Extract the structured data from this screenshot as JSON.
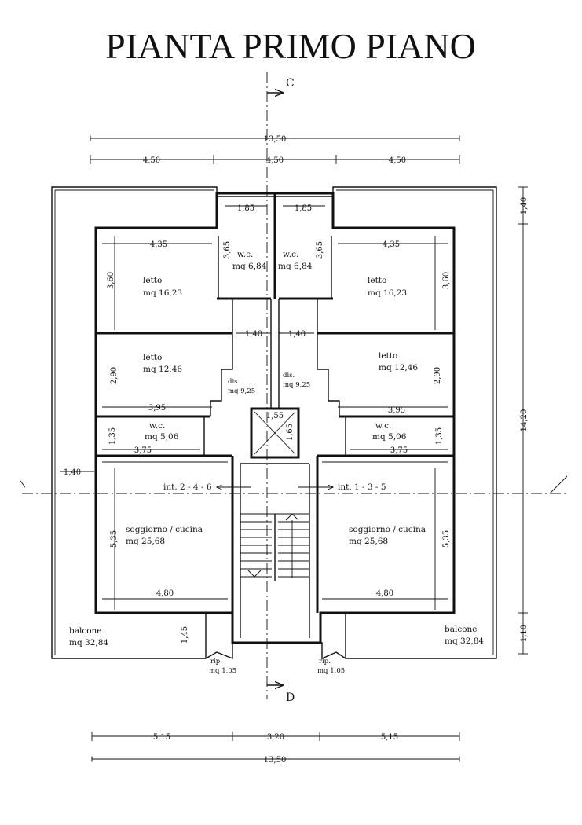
{
  "title": "PIANTA PRIMO PIANO",
  "section_marks": {
    "top": "C",
    "bottom": "D"
  },
  "dimensions": {
    "top_total": "13,50",
    "top_left": "4,50",
    "top_mid": "4,50",
    "top_right": "4,50",
    "right_top": "1,40",
    "right_mid": "14,20",
    "right_bottom": "1,10",
    "left_balcony": "1,40",
    "bottom_left": "5,15",
    "bottom_mid": "3,20",
    "bottom_right": "5,15",
    "bottom_total": "13,50",
    "wc_w_left": "1,85",
    "wc_w_right": "1,85",
    "wc_h_left": "3,65",
    "wc_h_right": "3,65",
    "letto1_w_left": "4,35",
    "letto1_w_right": "4,35",
    "letto1_h_left": "3,60",
    "letto1_h_right": "3,60",
    "dis_w_left": "1,40",
    "dis_w_right": "1,40",
    "letto2_h_left": "2,90",
    "letto2_h_right": "2,90",
    "letto2_w_left": "3,95",
    "letto2_w_right": "3,95",
    "wc2_h_left": "1,35",
    "wc2_h_right": "1,35",
    "wc2_w_left": "3,75",
    "wc2_w_right": "3,75",
    "lift_w": "1,55",
    "lift_h": "1,65",
    "sogg_h_left": "5,35",
    "sogg_h_right": "5,35",
    "sogg_w_left": "4,80",
    "sogg_w_right": "4,80",
    "balcony_depth": "1,45"
  },
  "rooms": {
    "wc_left": {
      "name": "w.c.",
      "area": "mq 6,84"
    },
    "wc_right": {
      "name": "w.c.",
      "area": "mq 6,84"
    },
    "letto1_left": {
      "name": "letto",
      "area": "mq 16,23"
    },
    "letto1_right": {
      "name": "letto",
      "area": "mq 16,23"
    },
    "letto2_left": {
      "name": "letto",
      "area": "mq 12,46"
    },
    "letto2_right": {
      "name": "letto",
      "area": "mq 12,46"
    },
    "dis_left": {
      "name": "dis.",
      "area": "mq 9,25"
    },
    "dis_right": {
      "name": "dis.",
      "area": "mq 9,25"
    },
    "wc2_left": {
      "name": "w.c.",
      "area": "mq 5,06"
    },
    "wc2_right": {
      "name": "w.c.",
      "area": "mq 5,06"
    },
    "sogg_left": {
      "name": "soggiorno / cucina",
      "area": "mq 25,68"
    },
    "sogg_right": {
      "name": "soggiorno / cucina",
      "area": "mq 25,68"
    },
    "balcone_left": {
      "name": "balcone",
      "area": "mq 32,84"
    },
    "balcone_right": {
      "name": "balcone",
      "area": "mq 32,84"
    },
    "rip_left": {
      "name": "rip.",
      "area": "mq 1,05"
    },
    "rip_right": {
      "name": "rip.",
      "area": "mq 1,05"
    }
  },
  "units": {
    "left": "int. 2 - 4 - 6",
    "right": "int. 1 - 3 - 5"
  }
}
